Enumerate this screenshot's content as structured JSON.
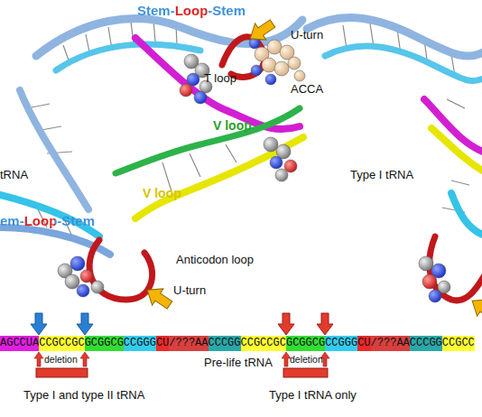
{
  "diagram": {
    "labels": [
      "Stem-Loop-Stem",
      "U-turn",
      "T loop",
      "ACCA",
      "V loop",
      "tRNA",
      "Type I tRNA",
      "V loop",
      "em-Loop-Stem",
      "Anticodon loop",
      "U-turn",
      "AGCCUA",
      "CCGCCGC",
      "GCGGCG",
      "CCGGG",
      "CU",
      "/???AA",
      "CCCGG",
      "CCGCCGC",
      "GCGGCG",
      "CCGGG",
      "CU",
      "/???AA",
      "CCCGG",
      "CCGCC",
      "deletion",
      "Pre-life tRNA",
      "deletion",
      "Type I and type II tRNA",
      "Type I tRNA only"
    ]
  }
}
